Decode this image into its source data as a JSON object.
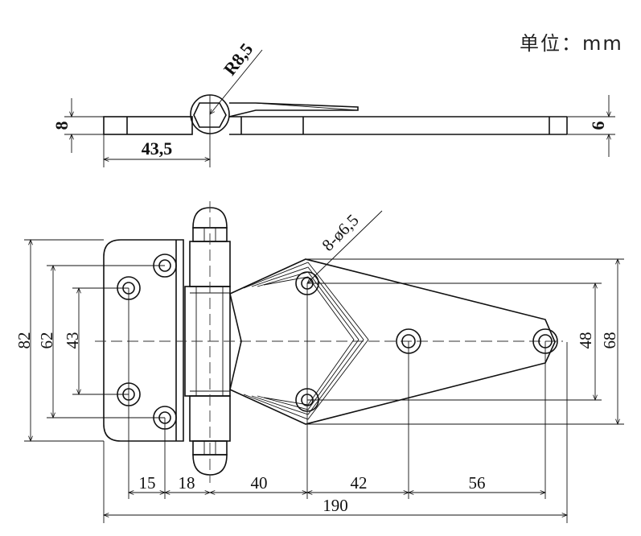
{
  "unit_label": "单位：mm",
  "side_view": {
    "dim_left_thickness": "8",
    "dim_right_thickness": "6",
    "dim_knuckle_offset": "43,5",
    "dim_radius": "R8,5"
  },
  "front_view": {
    "dim_height_total": "82",
    "dim_height_outer_holes": "62",
    "dim_height_inner_holes": "43",
    "dim_holes_count_diameter": "8-ø6,5",
    "dim_right_inner": "48",
    "dim_right_outer": "68",
    "dim_15": "15",
    "dim_18": "18",
    "dim_40": "40",
    "dim_42": "42",
    "dim_56": "56",
    "dim_total_length": "190"
  }
}
